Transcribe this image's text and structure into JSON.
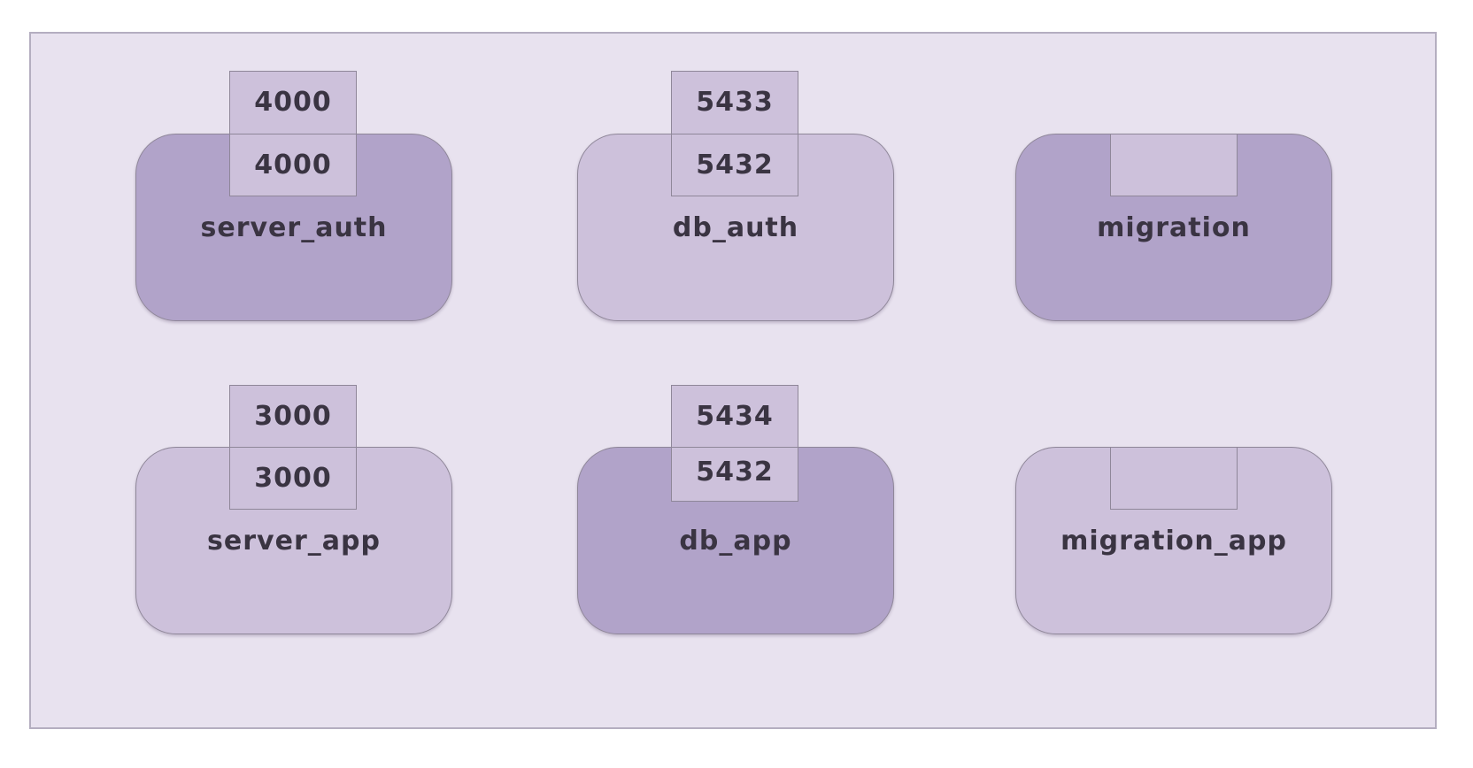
{
  "diagram": {
    "services": [
      {
        "name": "server_auth",
        "host_port": "4000",
        "container_port": "4000",
        "fill": "#b1a3c9"
      },
      {
        "name": "db_auth",
        "host_port": "5433",
        "container_port": "5432",
        "fill": "#cdc1db"
      },
      {
        "name": "migration",
        "host_port": "",
        "container_port": "",
        "fill": "#b1a3c9"
      },
      {
        "name": "server_app",
        "host_port": "3000",
        "container_port": "3000",
        "fill": "#cdc1db"
      },
      {
        "name": "db_app",
        "host_port": "5434",
        "container_port": "5432",
        "fill": "#b1a3c9"
      },
      {
        "name": "migration_app",
        "host_port": "",
        "container_port": "",
        "fill": "#cdc1db"
      }
    ],
    "colors": {
      "background": "#e8e2ef",
      "service_dark": "#b1a3c9",
      "service_light": "#cdc1db",
      "port_box": "#cdc1db",
      "text": "#3a3442"
    }
  }
}
